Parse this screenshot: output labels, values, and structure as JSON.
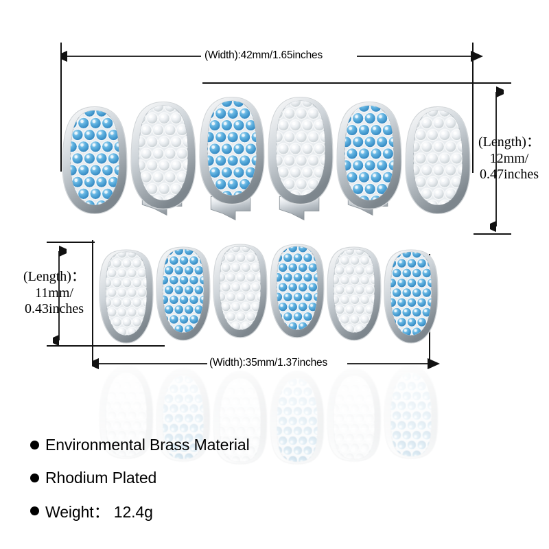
{
  "product": {
    "type": "teeth-grillz-set",
    "finish_color": "#d9dde1",
    "gem_blue": "#4da6dd",
    "gem_clear": "#f2f4f6",
    "upper": {
      "name": "upper-grill",
      "teeth_count": 6,
      "gem_pattern": [
        "blue",
        "clear",
        "blue",
        "clear",
        "blue",
        "clear"
      ]
    },
    "lower": {
      "name": "lower-grill",
      "teeth_count": 6,
      "gem_pattern": [
        "clear",
        "blue",
        "clear",
        "blue",
        "clear",
        "blue"
      ]
    }
  },
  "dimensions": {
    "upper_width": "(Width):42mm/1.65inches",
    "upper_length": "(Length)：\n12mm/\n0.47inches",
    "lower_width": "(Width):35mm/1.37inches",
    "lower_length": "(Length)：\n11mm/\n0.43inches"
  },
  "specs": {
    "items": [
      {
        "label": "Environmental Brass Material"
      },
      {
        "label": "Rhodium Plated"
      },
      {
        "label": "Weight：  12.4g"
      }
    ]
  }
}
